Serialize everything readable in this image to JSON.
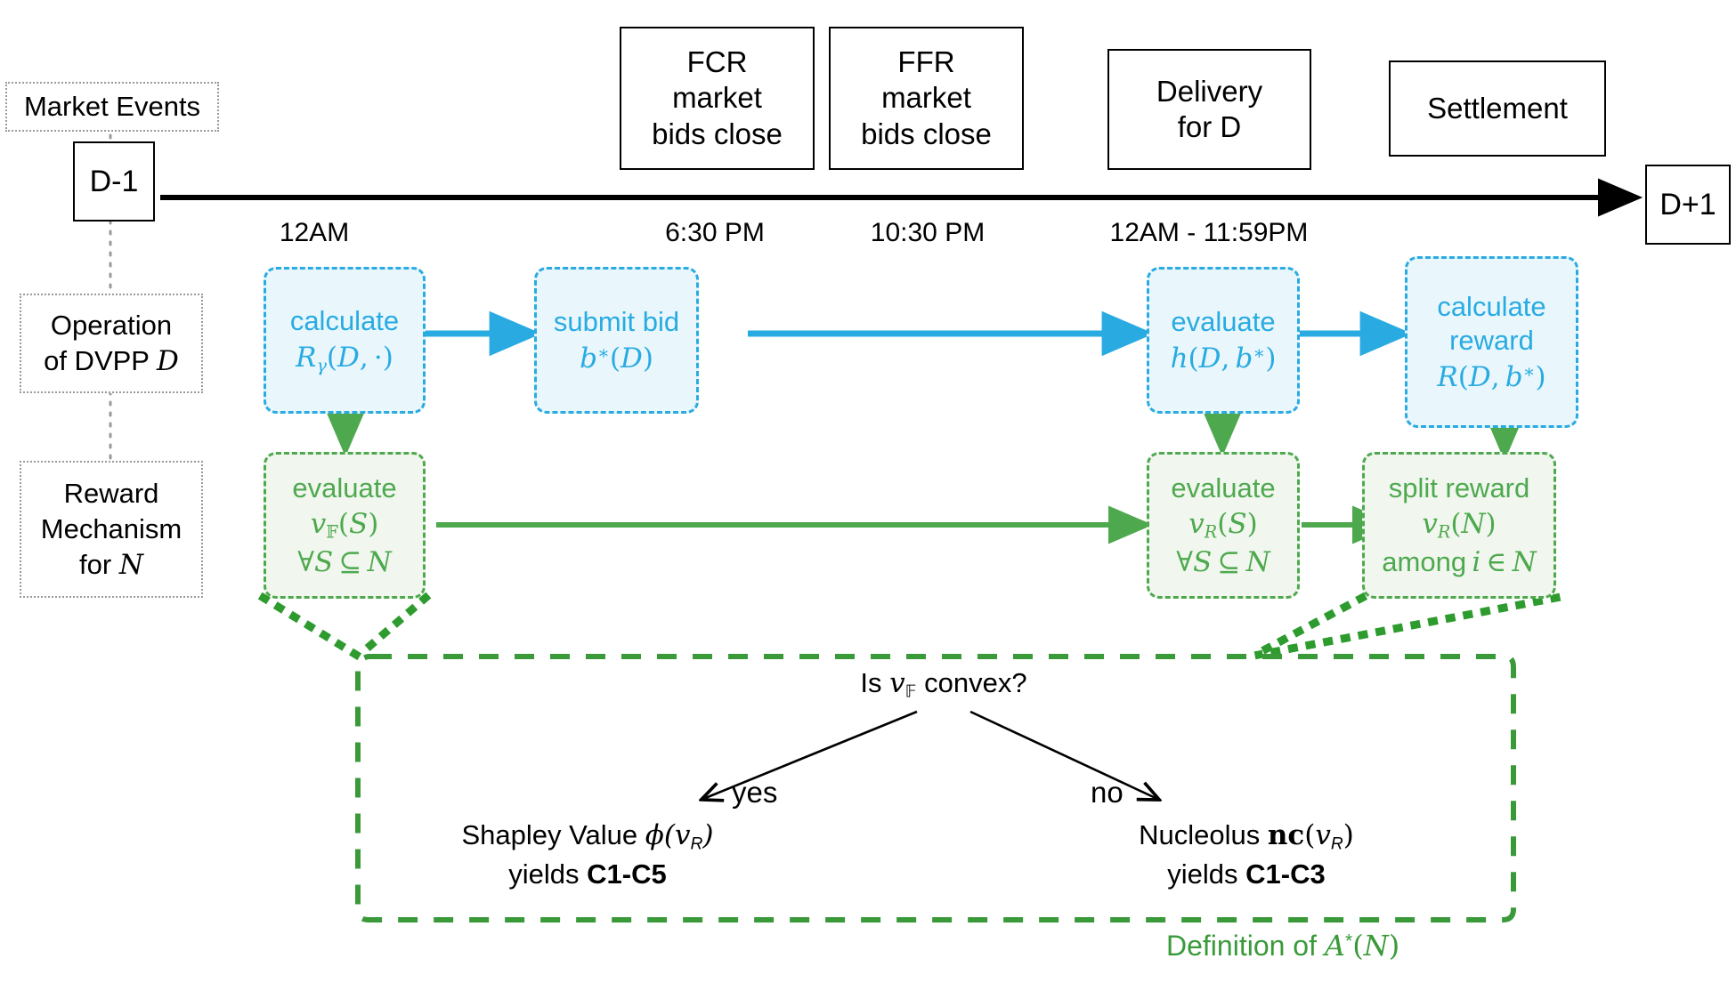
{
  "colors": {
    "blue": "#29abe2",
    "blue_fill": "#e9f7fd",
    "green": "#4ea94e",
    "green_fill": "#f1f7ef",
    "green_dark": "#3a9a3a",
    "black": "#000000",
    "grey_dotted": "#9a9a9a"
  },
  "row_labels": {
    "market_events": "Market Events",
    "operation": {
      "line1": "Operation",
      "line2_pre": "of DVPP ",
      "line2_sym": "D"
    },
    "reward": {
      "line1": "Reward",
      "line2": "Mechanism",
      "line3_pre": "for ",
      "line3_sym": "N"
    }
  },
  "timeline": {
    "start_day": "D-1",
    "end_day": "D+1",
    "events": [
      {
        "label": "FCR\nmarket\nbids close",
        "lines": [
          "FCR",
          "market",
          "bids close"
        ]
      },
      {
        "label": "FFR\nmarket\nbids close",
        "lines": [
          "FFR",
          "market",
          "bids close"
        ]
      },
      {
        "label": "Delivery\nfor D",
        "lines": [
          "Delivery",
          "for D"
        ]
      },
      {
        "label": "Settlement",
        "lines": [
          "Settlement"
        ]
      }
    ],
    "ticks": [
      "12AM",
      "6:30 PM",
      "10:30 PM",
      "12AM - 11:59PM"
    ]
  },
  "operation_row": [
    {
      "title": "calculate",
      "formula": "R_gamma(D, .)"
    },
    {
      "title": "submit bid",
      "formula": "b*(D)"
    },
    {
      "title": "evaluate",
      "formula": "h(D, b*)"
    },
    {
      "title": "calculate reward",
      "title_lines": [
        "calculate",
        "reward"
      ],
      "formula": "R(D, b*)"
    }
  ],
  "reward_row": [
    {
      "title": "evaluate",
      "formula": "v_F(S)",
      "formula2": "for all S subset of N"
    },
    {
      "title": "evaluate",
      "formula": "v_R(S)",
      "formula2": "for all S subset of N"
    },
    {
      "title": "split reward",
      "formula": "v_R(N)",
      "formula2": "among i in N"
    }
  ],
  "decision": {
    "question_pre": "Is ",
    "question_sym": "v",
    "question_sub": "F",
    "question_post": " convex?",
    "yes_label": "yes",
    "no_label": "no",
    "left_leaf": {
      "line1_pre": "Shapley Value ",
      "line1_fn": "ϕ(v",
      "line1_sub": "R",
      "line1_post": ")",
      "line2_pre": "yields ",
      "line2_bold": "C1-C5"
    },
    "right_leaf": {
      "line1_pre": "Nucleolus ",
      "line1_fn": "nc(v",
      "line1_sub": "R",
      "line1_post": ")",
      "line2_pre": "yields ",
      "line2_bold": "C1-C3"
    },
    "caption_pre": "Definition of ",
    "caption_sym": "A",
    "caption_sup": "*",
    "caption_arg": "(N)"
  }
}
